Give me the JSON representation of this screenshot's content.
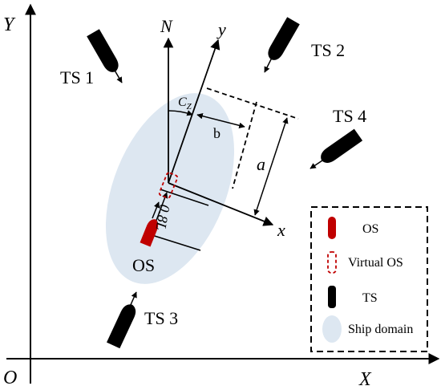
{
  "axes": {
    "x_label": "X",
    "y_label": "Y",
    "origin_label": "O",
    "north_label": "N",
    "ship_x_label": "x",
    "ship_y_label": "y"
  },
  "annotations": {
    "cz_main": "C",
    "cz_sub": "Z",
    "b": "b",
    "a": "a",
    "offset": "0.8L"
  },
  "ships": {
    "own_ship": "OS",
    "ts1": "TS 1",
    "ts2": "TS 2",
    "ts3": "TS 3",
    "ts4": "TS 4"
  },
  "legend": {
    "os": "OS",
    "virtual_os": "Virtual OS",
    "ts": "TS",
    "ship_domain": "Ship domain"
  },
  "colors": {
    "own_ship": "#c00000",
    "target_ship": "#000000",
    "domain_fill": "#dde7f1",
    "line": "#000000"
  }
}
